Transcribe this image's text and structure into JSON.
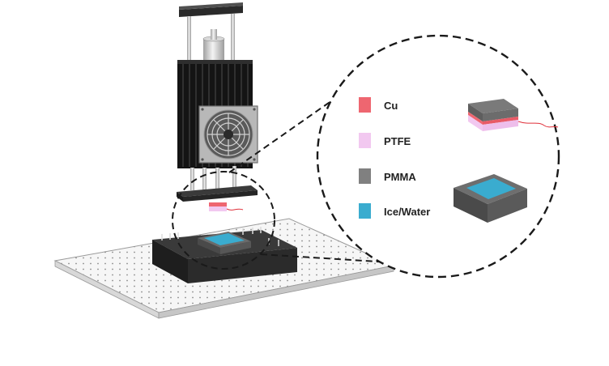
{
  "legend": [
    {
      "label": "Cu",
      "color": "#ee6670"
    },
    {
      "label": "PTFE",
      "color": "#f2c8f0"
    },
    {
      "label": "PMMA",
      "color": "#808080"
    },
    {
      "label": "Ice/Water",
      "color": "#3aaccf"
    }
  ],
  "colors": {
    "frame": "#1e1e1e",
    "heatsink": "#1a1a1a",
    "plate": "#f4f4f4",
    "pmma": "#5c5c5c",
    "ice": "#3aaccf",
    "cu": "#ee6670",
    "ptfe": "#f2c8f0",
    "wire": "#e0303a"
  },
  "icons": [
    "fan-icon",
    "magnifier-circle-icon"
  ]
}
